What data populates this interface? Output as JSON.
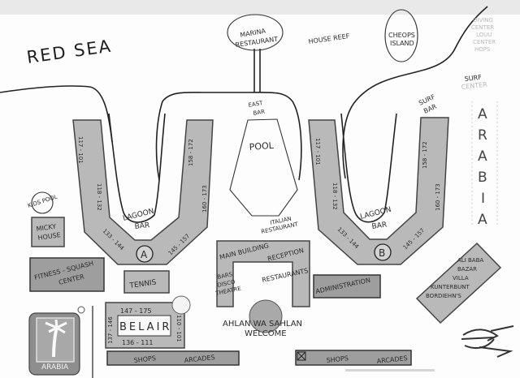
{
  "map": {
    "sea_label": "RED SEA",
    "colors": {
      "paper": "#fdfdfd",
      "ink": "#222222",
      "shade": "#b9b9b9",
      "shade_dark": "#9e9e9e",
      "faint": "#b8b8b8"
    },
    "sea_features": {
      "marina_restaurant": [
        "MARINA",
        "RESTAURANT"
      ],
      "house_reef": "HOUSE REEF",
      "cheops_island": [
        "CHEOPS",
        "ISLAND"
      ],
      "diving_center": [
        "DIVING",
        "CENTER",
        "LOUU",
        "CENTER",
        "HOPS"
      ],
      "surf_center": [
        "SURF",
        "CENTER"
      ]
    },
    "beach": {
      "east_bar": [
        "EAST",
        "BAR"
      ],
      "surf_bar": [
        "SURF",
        "BAR"
      ],
      "pool": "POOL",
      "kids_pool": "KIDS POOL",
      "italian_restaurant": [
        "ITALIAN",
        "RESTAURANT"
      ]
    },
    "wing_a": {
      "marker": "A",
      "lagoon_bar": [
        "LAGOON",
        "BAR"
      ],
      "rooms": [
        "117 - 101",
        "118 - 132",
        "133 - 144",
        "145 - 157",
        "158 - 172",
        "160 - 173"
      ]
    },
    "wing_b": {
      "marker": "B",
      "lagoon_bar": [
        "LAGOON",
        "BAR"
      ],
      "rooms": [
        "117 - 101",
        "118 - 132",
        "133 - 144",
        "145 - 157",
        "158 - 172",
        "160 - 173"
      ]
    },
    "buildings": {
      "micky_house": [
        "MICKY",
        "HOUSE"
      ],
      "fitness_squash": [
        "FITNESS - SQUASH",
        "CENTER"
      ],
      "tennis": "TENNIS",
      "main_building": "MAIN BUILDING",
      "reception": "RECEPTION",
      "bars_disco_theatre": [
        "BARS",
        "DISCO",
        "THEATRE"
      ],
      "restaurants": "RESTAURANTS",
      "administration": "ADMINISTRATION",
      "welcome": [
        "AHLAN WA SAHLAN",
        "WELCOME"
      ],
      "ali_baba": [
        "ALI BABA",
        "BAZAR",
        "VILLA",
        "KUNTERBUNT",
        "BORDIEHN'S"
      ],
      "arabia_vertical": [
        "A",
        "R",
        "A",
        "B",
        "I",
        "A"
      ]
    },
    "belair": {
      "name": "BELAIR",
      "top": "147 - 175",
      "left": "137 - 146",
      "right": "110 - 101",
      "bottom": "136 - 111"
    },
    "shops": {
      "left": [
        "SHOPS",
        "ARCADES"
      ],
      "right": [
        "SHOPS",
        "ARCADES"
      ]
    },
    "logo": {
      "name": "ARABIA"
    }
  }
}
